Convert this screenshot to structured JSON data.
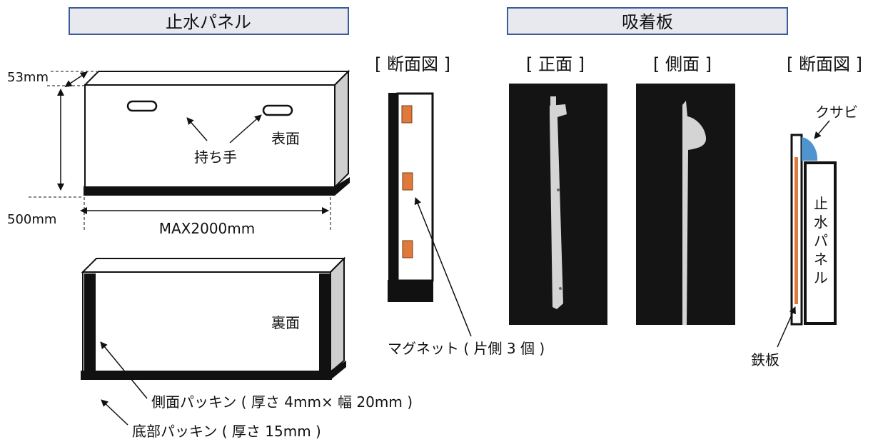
{
  "sections": {
    "panel_title": "止水パネル",
    "plate_title": "吸着板"
  },
  "panel": {
    "dim_top": "53mm",
    "dim_height": "500mm",
    "dim_width": "MAX2000mm",
    "handles_label": "持ち手",
    "front_label": "表面",
    "back_label": "裏面",
    "side_packing_label": "側面パッキン ( 厚さ 4mm× 幅 20mm )",
    "bottom_packing_label": "底部パッキン ( 厚さ 15mm )"
  },
  "cross_section": {
    "heading": "[ 断面図 ]",
    "magnet_label": "マグネット ( 片側 3 個 )"
  },
  "plate": {
    "front_heading": "[ 正面 ]",
    "side_heading": "[ 側面 ]",
    "section_heading": "[ 断面図 ]",
    "wedge_label": "クサビ",
    "iron_label": "鉄板",
    "panel_vertical_label": [
      "止",
      "水",
      "パ",
      "ネ",
      "ル"
    ]
  },
  "colors": {
    "title_box_fill": "#e7e9ee",
    "title_box_stroke": "#3b5b9a",
    "magnet": "#e07a3c",
    "wedge": "#4f93cf",
    "iron_plate": "#e07a3c",
    "photo_background": "#141414",
    "photo_object": "#d4d4d4",
    "side_face": "#cfcfcf"
  }
}
